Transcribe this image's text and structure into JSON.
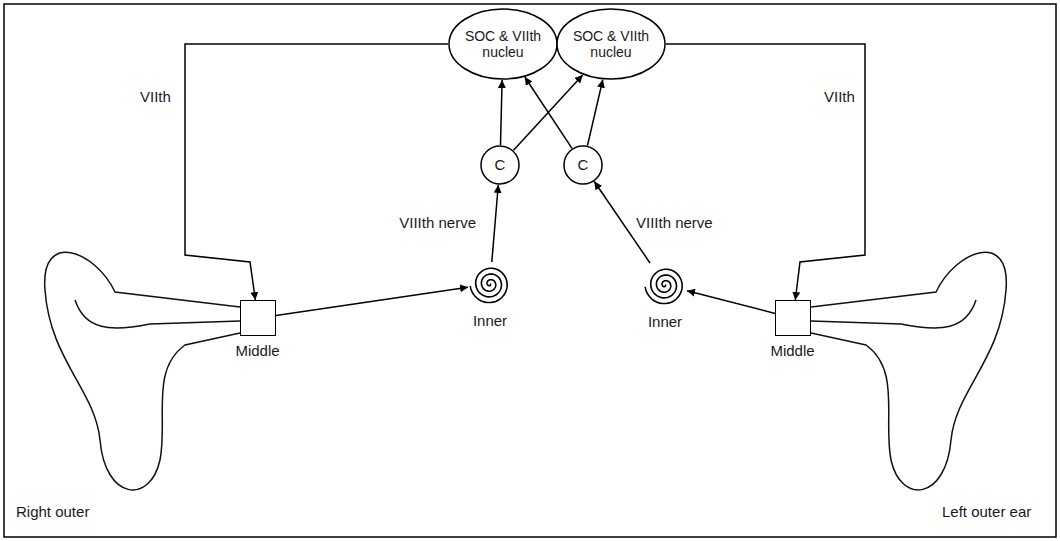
{
  "diagram": {
    "nodes": [
      {
        "text": [
          "SOC & VIIth nucleu"
        ]
      },
      {
        "text": [
          "SOC & VIIth nucleu"
        ]
      },
      {
        "text": [
          "C"
        ]
      },
      {
        "text": [
          "C"
        ]
      },
      {
        "text": [
          "Middle"
        ]
      },
      {
        "text": [
          "Inner"
        ]
      },
      {
        "text": [
          "Inner"
        ]
      },
      {
        "text": [
          "Middle"
        ]
      }
    ],
    "edges": [
      {
        "from": 0,
        "to": 4,
        "label": "VIIth",
        "arrow": "to"
      },
      {
        "from": 1,
        "to": 7,
        "label": "VIIth",
        "arrow": "to"
      },
      {
        "from": 2,
        "to": 0,
        "arrow": "to"
      },
      {
        "from": 2,
        "to": 1,
        "arrow": "to"
      },
      {
        "from": 3,
        "to": 0,
        "arrow": "to"
      },
      {
        "from": 3,
        "to": 1,
        "arrow": "to"
      },
      {
        "from": 5,
        "to": 2,
        "label": "VIIIth nerve",
        "arrow": "to"
      },
      {
        "from": 6,
        "to": 3,
        "label": "VIIIth nerve",
        "arrow": "to"
      },
      {
        "from": 4,
        "to": 5,
        "arrow": "to"
      },
      {
        "from": 7,
        "to": 6,
        "arrow": "to"
      }
    ],
    "labels": [
      "Right outer",
      "Left outer ear"
    ]
  }
}
